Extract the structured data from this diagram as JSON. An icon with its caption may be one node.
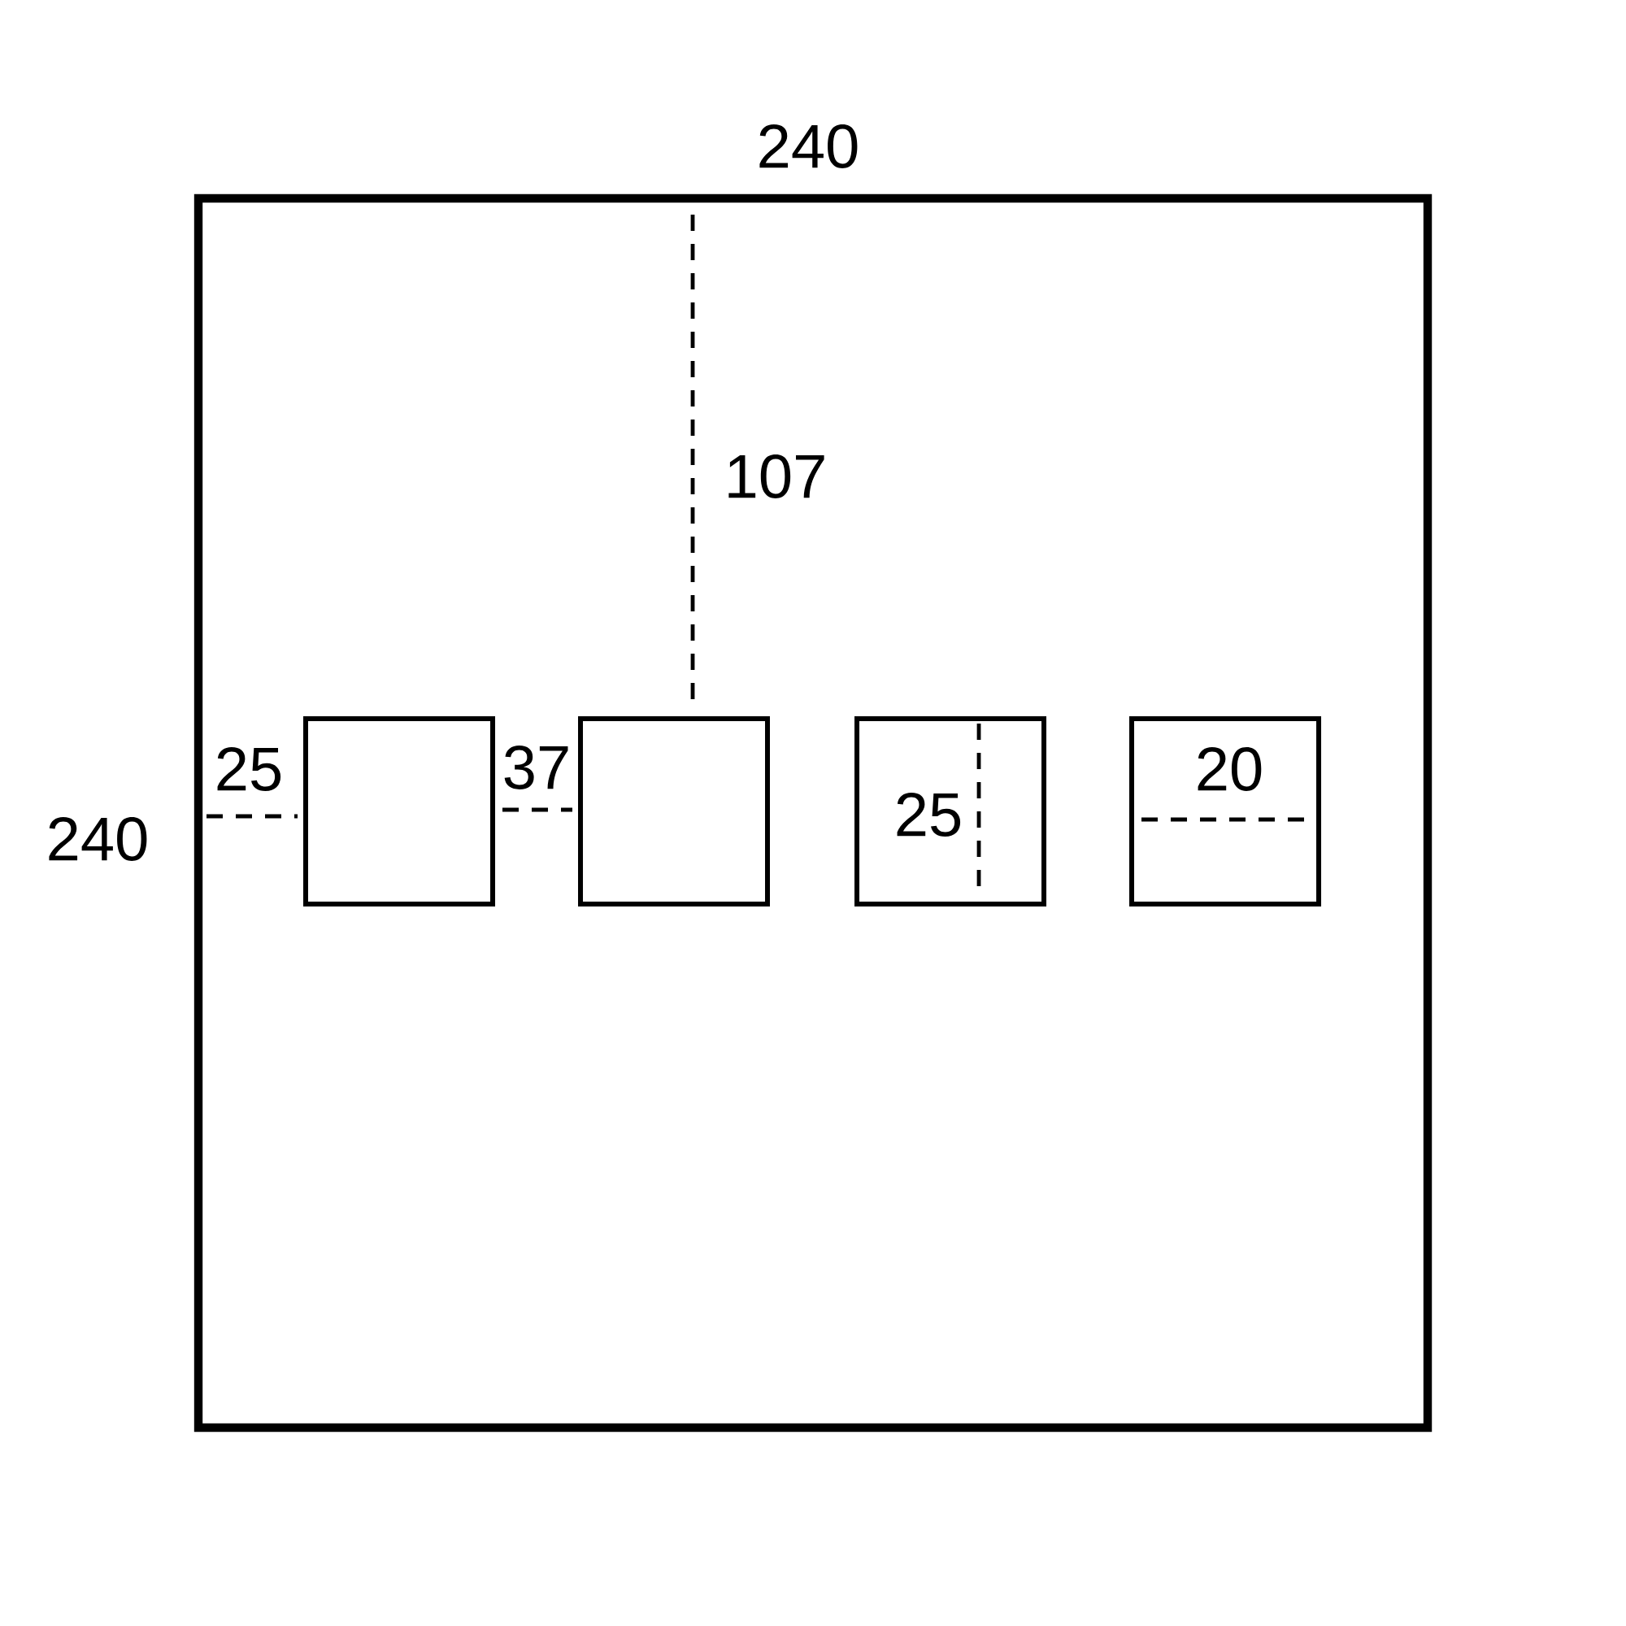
{
  "diagram": {
    "nodes": [
      {
        "text": [],
        "shape": "box"
      },
      {
        "text": [],
        "shape": "box",
        "in": 0
      },
      {
        "text": [],
        "shape": "box",
        "in": 0
      },
      {
        "text": [],
        "shape": "box",
        "in": 0
      },
      {
        "text": [],
        "shape": "box",
        "in": 0
      }
    ],
    "labels": [
      "240",
      "107",
      "25",
      "37",
      "20",
      "25",
      "240"
    ]
  }
}
